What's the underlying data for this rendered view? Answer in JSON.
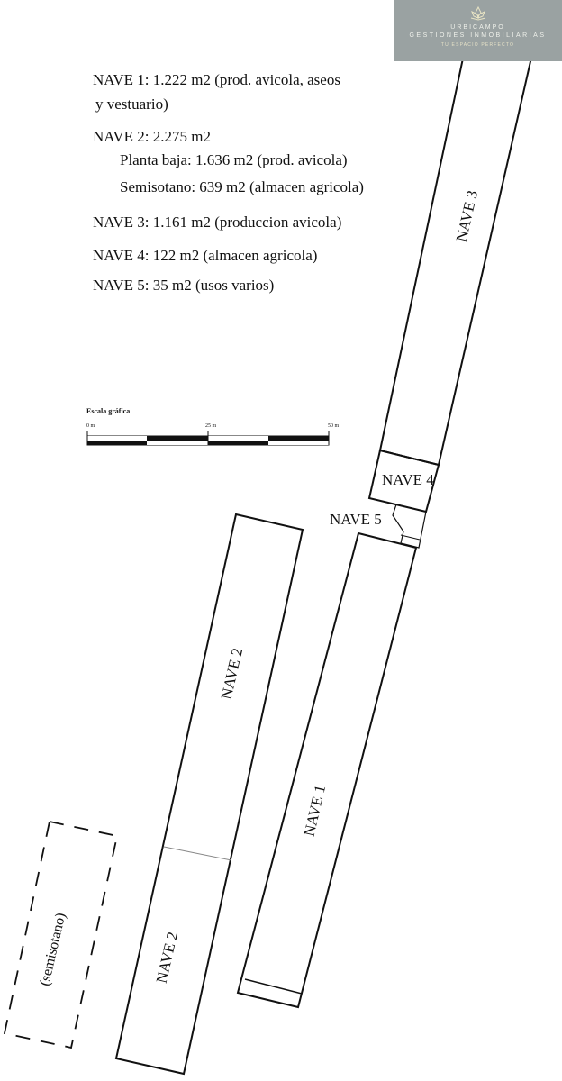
{
  "legend": {
    "line1": "NAVE 1: 1.222 m2 (prod. avicola, aseos",
    "line1b": "y vestuario)",
    "line2": "NAVE 2: 2.275 m2",
    "line2a": "Planta baja: 1.636 m2 (prod. avicola)",
    "line2b": "Semisotano: 639 m2 (almacen agricola)",
    "line3": "NAVE 3: 1.161 m2 (produccion avicola)",
    "line4": "NAVE 4: 122 m2 (almacen agricola)",
    "line5": "NAVE 5: 35 m2 (usos varios)"
  },
  "scale": {
    "title": "Escala gráfica",
    "tick0": "0 m",
    "tick25": "25 m",
    "tick50": "50 m"
  },
  "labels": {
    "nave1": "NAVE 1",
    "nave2_upper": "NAVE 2",
    "nave2_lower": "NAVE 2",
    "nave3": "NAVE 3",
    "nave4": "NAVE 4",
    "nave5": "NAVE 5",
    "semisotano": "(semisotano)"
  },
  "logo": {
    "line1": "URBICAMPO",
    "line2": "GESTIONES INMOBILIARIAS",
    "line3": "TU ESPACIO PERFECTO",
    "bg_color": "#9aa2a2",
    "mark_color": "#e8e4c4"
  }
}
